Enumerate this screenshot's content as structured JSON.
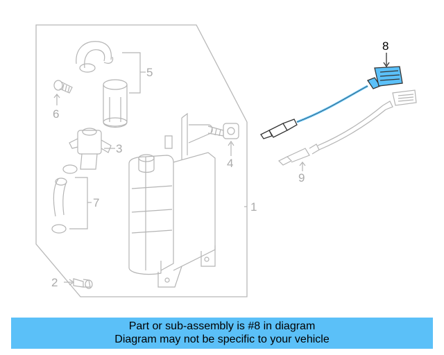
{
  "diagram": {
    "callouts": {
      "c1": "1",
      "c2": "2",
      "c3": "3",
      "c4": "4",
      "c5": "5",
      "c6": "6",
      "c7": "7",
      "c8": "8",
      "c9": "9"
    },
    "highlighted_part": "8",
    "highlight_color": "#5bc0f8",
    "part_line_color": "#b4b4b4"
  },
  "banner": {
    "line1": "Part or sub-assembly is #8 in diagram",
    "line2": "Diagram may not be specific to your vehicle",
    "background": "#5bc0f8"
  }
}
